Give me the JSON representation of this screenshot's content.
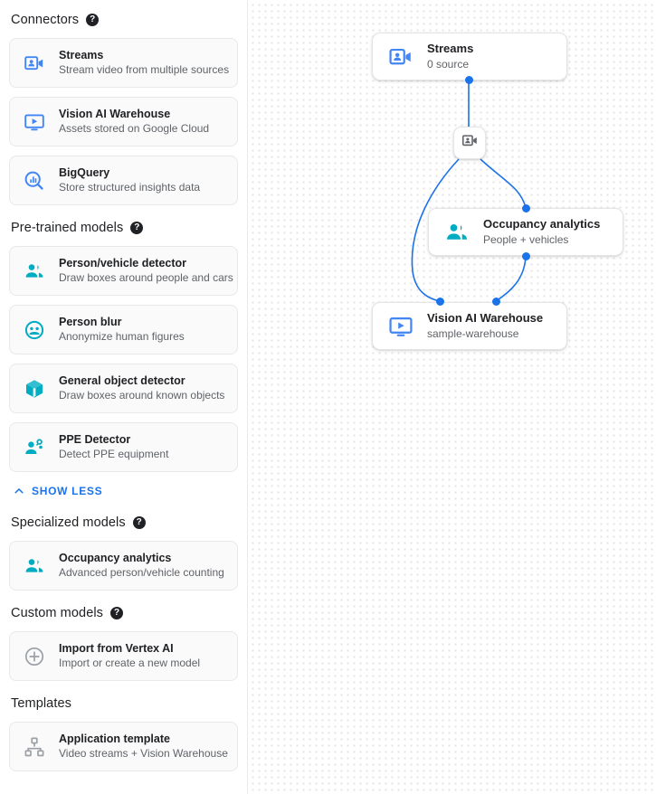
{
  "colors": {
    "connector_blue": "#4285f4",
    "model_teal": "#00acc1",
    "neutral_gray": "#9aa0a6",
    "link_blue": "#1a73e8",
    "edge_blue": "#1a73e8"
  },
  "sidebar": {
    "sections": [
      {
        "title": "Connectors",
        "help": "?",
        "has_help": true,
        "items": [
          {
            "icon": "video-person-icon",
            "title": "Streams",
            "subtitle": "Stream video from multiple sources"
          },
          {
            "icon": "monitor-play-icon",
            "title": "Vision AI Warehouse",
            "subtitle": "Assets stored on Google Cloud"
          },
          {
            "icon": "bigquery-search-icon",
            "title": "BigQuery",
            "subtitle": "Store structured insights data"
          }
        ]
      },
      {
        "title": "Pre-trained models",
        "help": "?",
        "has_help": true,
        "items": [
          {
            "icon": "people-icon",
            "title": "Person/vehicle detector",
            "subtitle": "Draw boxes around people and cars"
          },
          {
            "icon": "person-blur-icon",
            "title": "Person blur",
            "subtitle": "Anonymize human figures"
          },
          {
            "icon": "cube-icon",
            "title": "General object detector",
            "subtitle": "Draw boxes around known objects"
          },
          {
            "icon": "ppe-person-icon",
            "title": "PPE Detector",
            "subtitle": "Detect PPE equipment"
          }
        ]
      },
      {
        "title": "Specialized models",
        "help": "?",
        "has_help": true,
        "items": [
          {
            "icon": "people-icon",
            "title": "Occupancy analytics",
            "subtitle": "Advanced person/vehicle counting"
          }
        ]
      },
      {
        "title": "Custom models",
        "help": "?",
        "has_help": true,
        "items": [
          {
            "icon": "plus-circle-icon",
            "title": "Import from Vertex AI",
            "subtitle": "Import or create a new model"
          }
        ]
      },
      {
        "title": "Templates",
        "help": "",
        "has_help": false,
        "items": [
          {
            "icon": "hierarchy-icon",
            "title": "Application template",
            "subtitle": "Video streams + Vision Warehouse"
          }
        ]
      }
    ],
    "show_less_label": "SHOW LESS"
  },
  "canvas": {
    "nodes": [
      {
        "id": "streams",
        "icon": "video-person-icon",
        "title": "Streams",
        "subtitle": "0 source"
      },
      {
        "id": "occupancy",
        "icon": "people-icon",
        "title": "Occupancy analytics",
        "subtitle": "People + vehicles"
      },
      {
        "id": "warehouse",
        "icon": "monitor-play-icon",
        "title": "Vision AI Warehouse",
        "subtitle": "sample-warehouse"
      }
    ],
    "badge": {
      "icon": "video-person-icon"
    }
  }
}
